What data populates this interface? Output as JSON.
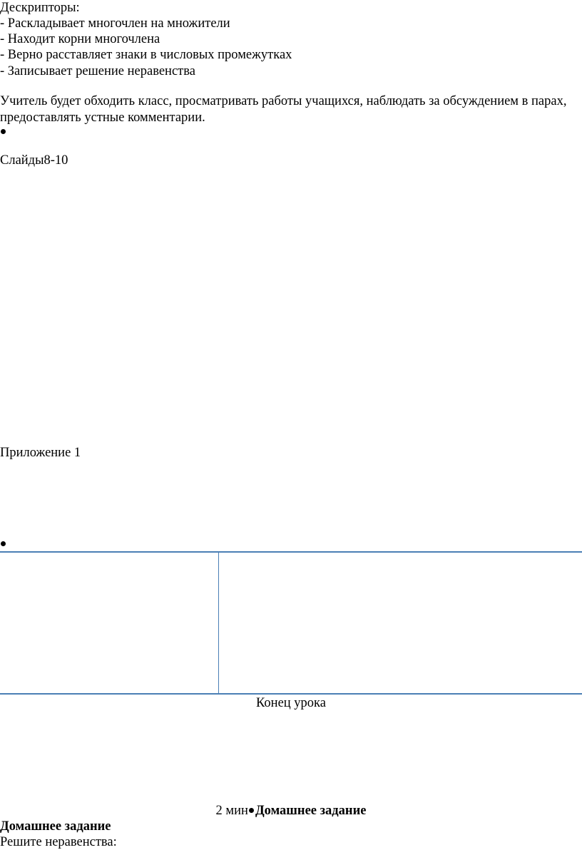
{
  "descriptors": {
    "title": "Дескрипторы:",
    "items": [
      "- Раскладывает многочлен на множители",
      "- Находит корни многочлена",
      "- Верно расставляет знаки в числовых промежутках",
      "- Записывает решение неравенства"
    ]
  },
  "teacher_note": {
    "line1": "Учитель будет обходить класс, просматривать работы учащихся, наблюдать за обсуждением в парах,",
    "line2": "предоставлять устные комментарии."
  },
  "slides": "Слайды8-10",
  "appendix": "Приложение 1",
  "end_of_lesson": "Конец урока",
  "homework_row": {
    "time": "2 мин",
    "title": "Домашнее задание"
  },
  "homework": {
    "title": "Домашнее задание",
    "text": "Решите неравенства:"
  }
}
